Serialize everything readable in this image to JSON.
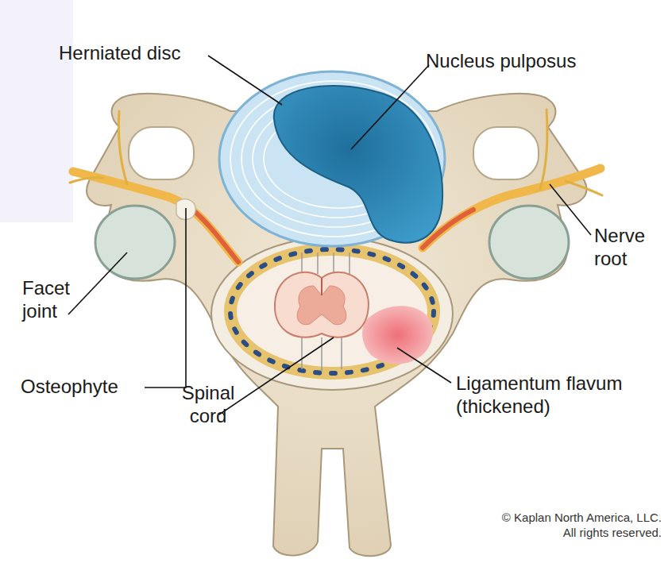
{
  "diagram": {
    "labels": [
      "Herniated disc",
      "Nucleus pulposus",
      "Nerve root",
      "Facet joint",
      "Osteophyte",
      "Spinal cord",
      "Ligamentum flavum (thickened)",
      "© Kaplan North America, LLC. All rights reserved."
    ]
  }
}
